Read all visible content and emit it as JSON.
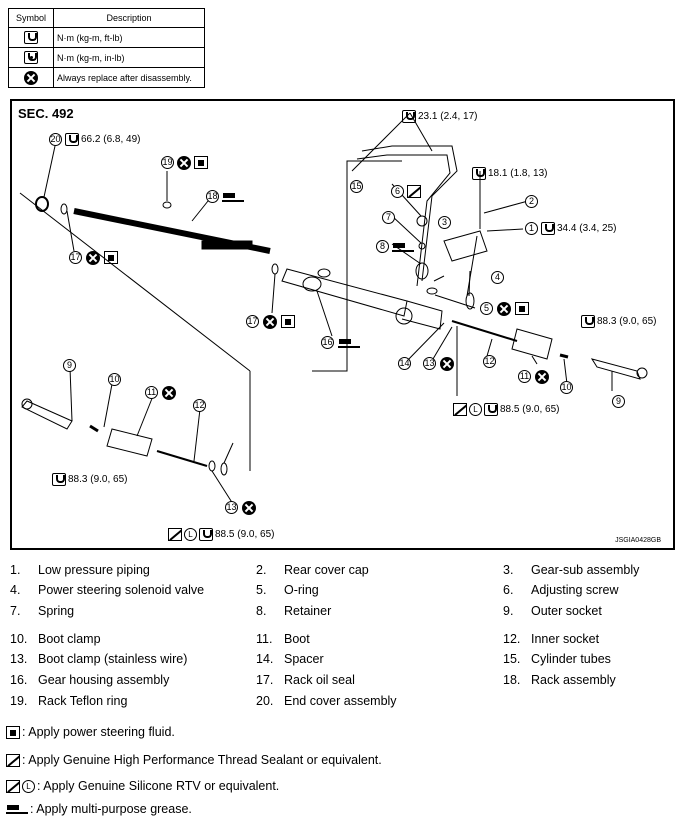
{
  "symbol_table": {
    "header_symbol": "Symbol",
    "header_description": "Description",
    "rows": [
      {
        "icon": "torque-wrench-icon",
        "description": "N·m (kg-m, ft-lb)"
      },
      {
        "icon": "torque-wrench-small-icon",
        "description": "N·m (kg-m, in-lb)"
      },
      {
        "icon": "replace-x-icon",
        "description": "Always replace after disassembly."
      }
    ]
  },
  "diagram": {
    "section": "SEC. 492",
    "figure_id": "JSGIA0428GB",
    "torques": {
      "t20": "66.2 (6.8, 49)",
      "t15": "23.1 (2.4, 17)",
      "t_bolt": "18.1 (1.8, 13)",
      "t1": "34.4 (3.4, 25)",
      "t9_right": "88.3 (9.0, 65)",
      "t12_right": "88.5 (9.0, 65)",
      "t9_left": "88.3 (9.0, 65)",
      "t12_left": "88.5 (9.0, 65)"
    },
    "callouts": [
      "1",
      "2",
      "3",
      "4",
      "5",
      "6",
      "7",
      "8",
      "9",
      "10",
      "11",
      "12",
      "13",
      "14",
      "15",
      "16",
      "17",
      "18",
      "19",
      "20"
    ],
    "loc_L": "L"
  },
  "legend": [
    {
      "n": "1.",
      "label": "Low pressure piping"
    },
    {
      "n": "2.",
      "label": "Rear cover cap"
    },
    {
      "n": "3.",
      "label": "Gear-sub assembly"
    },
    {
      "n": "4.",
      "label": "Power steering solenoid valve"
    },
    {
      "n": "5.",
      "label": "O-ring"
    },
    {
      "n": "6.",
      "label": "Adjusting screw"
    },
    {
      "n": "7.",
      "label": "Spring"
    },
    {
      "n": "8.",
      "label": "Retainer"
    },
    {
      "n": "9.",
      "label": "Outer socket"
    },
    {
      "n": "10.",
      "label": "Boot clamp"
    },
    {
      "n": "11.",
      "label": "Boot"
    },
    {
      "n": "12.",
      "label": "Inner socket"
    },
    {
      "n": "13.",
      "label": "Boot clamp (stainless wire)"
    },
    {
      "n": "14.",
      "label": "Spacer"
    },
    {
      "n": "15.",
      "label": "Cylinder tubes"
    },
    {
      "n": "16.",
      "label": "Gear housing assembly"
    },
    {
      "n": "17.",
      "label": "Rack oil seal"
    },
    {
      "n": "18.",
      "label": "Rack assembly"
    },
    {
      "n": "19.",
      "label": "Rack Teflon ring"
    },
    {
      "n": "20.",
      "label": "End cover assembly"
    }
  ],
  "notes": [
    {
      "icon": "fluid-icon",
      "text": ": Apply power steering fluid."
    },
    {
      "icon": "sealant-icon",
      "text": ": Apply Genuine High Performance Thread Sealant or equivalent."
    },
    {
      "icon": "sealant-icon",
      "l": "L",
      "text": ": Apply Genuine Silicone RTV or equivalent."
    },
    {
      "icon": "grease-icon",
      "text": ": Apply multi-purpose grease."
    }
  ]
}
